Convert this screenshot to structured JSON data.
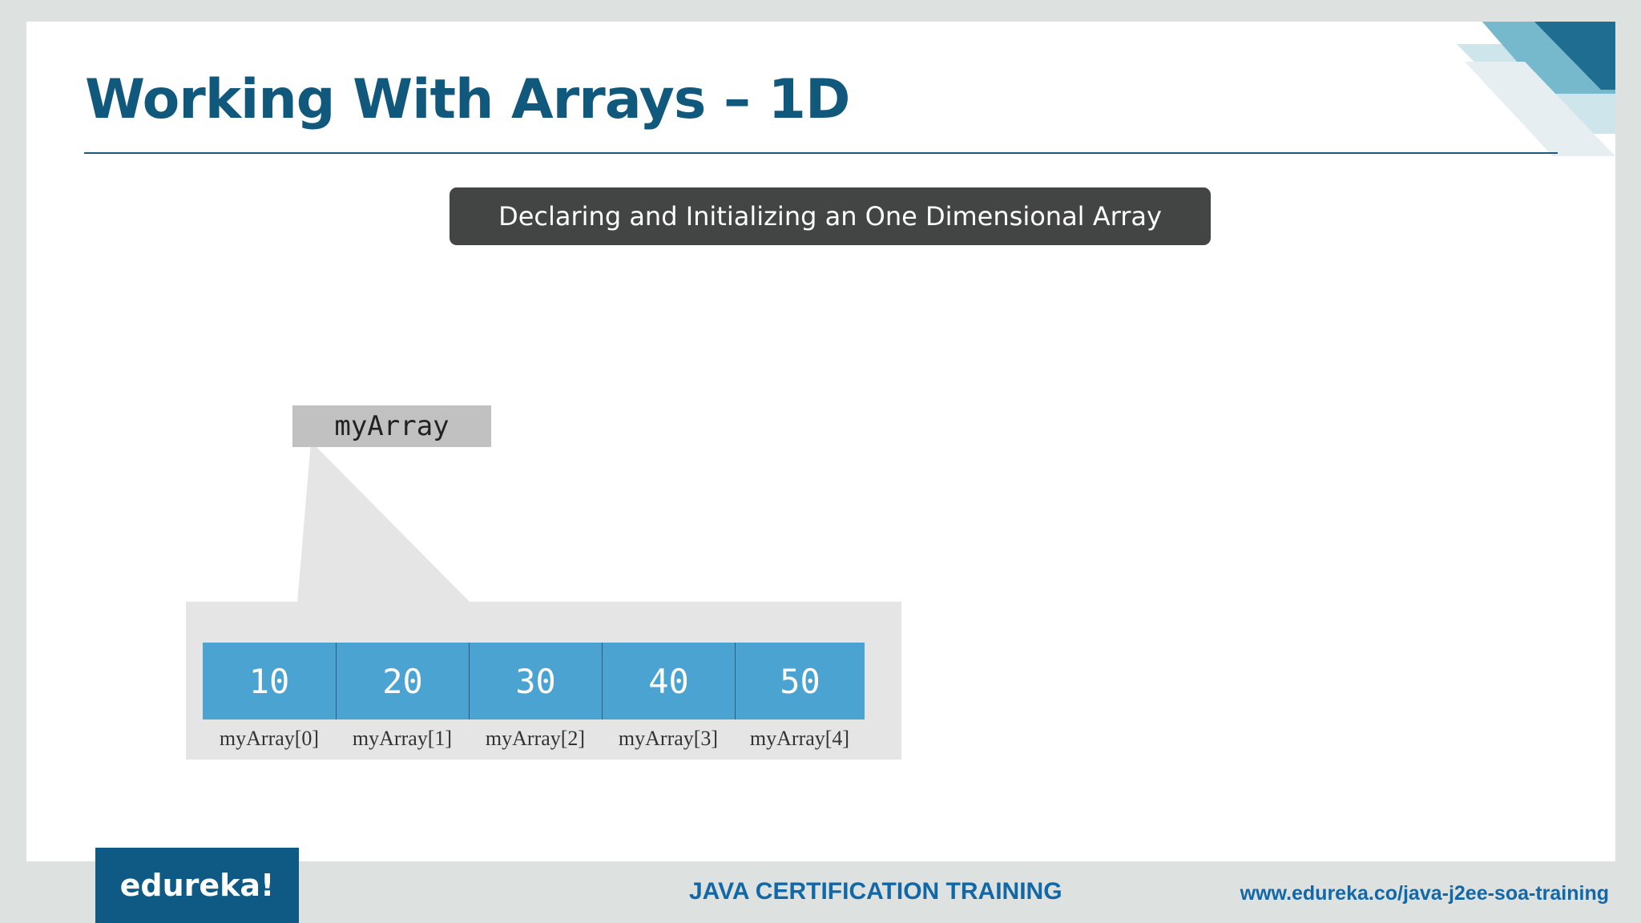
{
  "slide": {
    "title": "Working With Arrays – 1D",
    "subtitle": "Declaring and Initializing an One Dimensional Array"
  },
  "diagram": {
    "array_name": "myArray",
    "elements": [
      {
        "value": "10",
        "label": "myArray[0]"
      },
      {
        "value": "20",
        "label": "myArray[1]"
      },
      {
        "value": "30",
        "label": "myArray[2]"
      },
      {
        "value": "40",
        "label": "myArray[3]"
      },
      {
        "value": "50",
        "label": "myArray[4]"
      }
    ]
  },
  "footer": {
    "logo": "edureka!",
    "course": "JAVA CERTIFICATION TRAINING",
    "url": "www.edureka.co/java-j2ee-soa-training"
  },
  "colors": {
    "title": "#11587d",
    "banner": "#434545",
    "cell": "#4ba3d1",
    "panel": "#e5e5e5",
    "name_box": "#c0c1c0",
    "logo": "#0f5a84",
    "footer_text": "#1268a6"
  }
}
